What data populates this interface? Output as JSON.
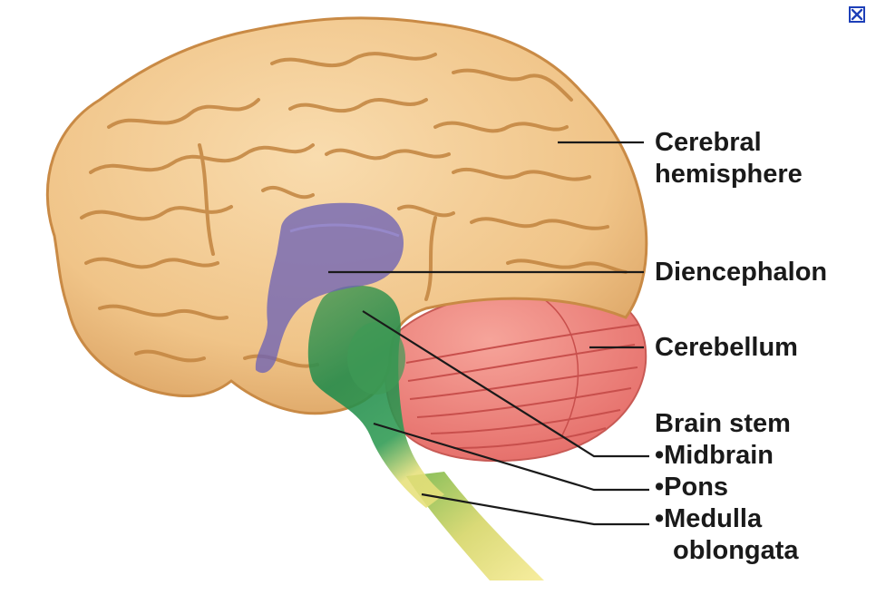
{
  "labels": {
    "cerebral": [
      "Cerebral",
      "hemisphere"
    ],
    "diencephalon": "Diencephalon",
    "cerebellum": "Cerebellum",
    "brainstem": {
      "heading": "Brain stem",
      "midbrain": "•Midbrain",
      "pons": "•Pons",
      "medulla": [
        "•Medulla",
        "oblongata"
      ]
    }
  },
  "colors": {
    "cerebrum": "#f2c98f",
    "cerebrum_outline": "#c98a45",
    "diencephalon": "#6e63b5",
    "cerebellum": "#ec7d78",
    "brainstem": "#2f9a56",
    "spinal_cord": "#f0e28a",
    "close_button": "#1d3fb8"
  },
  "icons": {
    "close": "close-icon"
  }
}
